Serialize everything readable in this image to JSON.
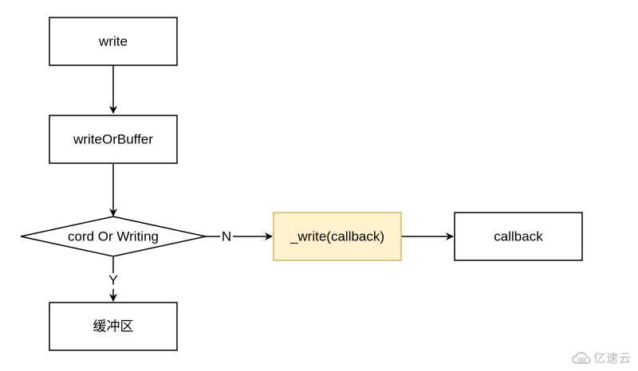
{
  "colors": {
    "stroke": "#000000",
    "highlight_fill": "#fff2cc",
    "highlight_stroke": "#d6b656",
    "background": "#ffffff",
    "watermark": "#b9b9b9"
  },
  "nodes": {
    "write": "write",
    "write_or_buffer": "writeOrBuffer",
    "decision": "cord Or Writing",
    "buffer": "缓冲区",
    "underscore_write": "_write(callback)",
    "callback": "callback"
  },
  "edges": {
    "no_label": "N",
    "yes_label": "Y"
  },
  "watermark": {
    "text": "亿速云",
    "icon": "cloud-logo-icon"
  }
}
